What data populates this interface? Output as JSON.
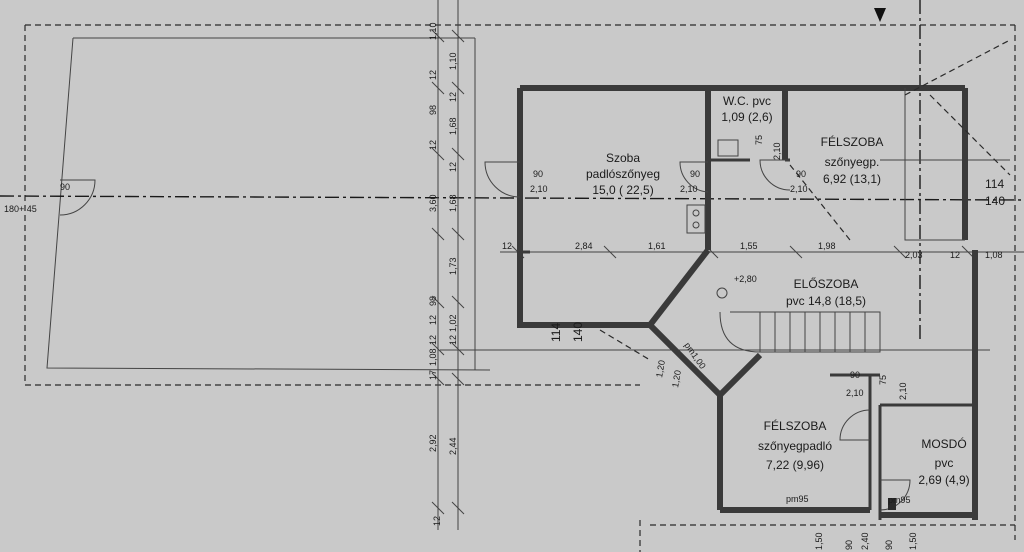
{
  "rooms": {
    "szoba": {
      "name": "Szoba",
      "floor": "padlószőnyeg",
      "area": "15,0 ( 22,5)"
    },
    "wc": {
      "name": "W.C. pvc",
      "area": "1,09 (2,6)"
    },
    "felszoba_top": {
      "name": "FÉLSZOBA",
      "floor": "szőnyegp.",
      "area": "6,92 (13,1)"
    },
    "eloszoba": {
      "name": "ELŐSZOBA",
      "area": "pvc 14,8 (18,5)"
    },
    "felszoba_bottom": {
      "name": "FÉLSZOBA",
      "floor": "szőnyegpadló",
      "area": "7,22 (9,96)"
    },
    "mosdo": {
      "name": "MOSDÓ",
      "floor": "pvc",
      "area": "2,69 (4,9)"
    }
  },
  "openings": {
    "left_door_top": "90",
    "left_door_bottom": "180+ 45",
    "szoba_door_top": "90",
    "szoba_door_bottom": "2,10",
    "wc_door_top": "90",
    "wc_door_bottom": "2,10",
    "wc_window_top": "75",
    "wc_window_bottom": "2,10",
    "felszoba_door_top": "90",
    "felszoba_door_bottom": "2,10",
    "right_window_top": "114",
    "right_window_bottom": "140",
    "left_window_top": "114",
    "left_window_bottom": "140",
    "mosdo_door_top": "90",
    "mosdo_door_bottom": "2,10",
    "mosdo_window_top": "75",
    "mosdo_window_bottom": "2,10",
    "parapet_1": "pm95",
    "parapet_2": "pm95",
    "parapet_3": "pm1,00",
    "level": "+2,80"
  },
  "horizontal_dims": [
    "12",
    "2,84",
    "1,61",
    "1,55",
    "1,98",
    "2,03",
    "12",
    "1,08"
  ],
  "vertical_dims_outer": [
    "1,10",
    "12",
    "98",
    "12",
    "3,60",
    "12",
    "98",
    "12",
    "1,08",
    "17",
    "2,92",
    "12"
  ],
  "vertical_dims_inner": [
    "1,10",
    "12",
    "1,68",
    "12",
    "1,68",
    "1,73",
    "12",
    "1,02",
    "2,44"
  ],
  "diagonal_dims": [
    "1,20",
    "1,20"
  ],
  "bottom_dims": [
    "1,50",
    "90",
    "2,40",
    "90",
    "1,50"
  ]
}
